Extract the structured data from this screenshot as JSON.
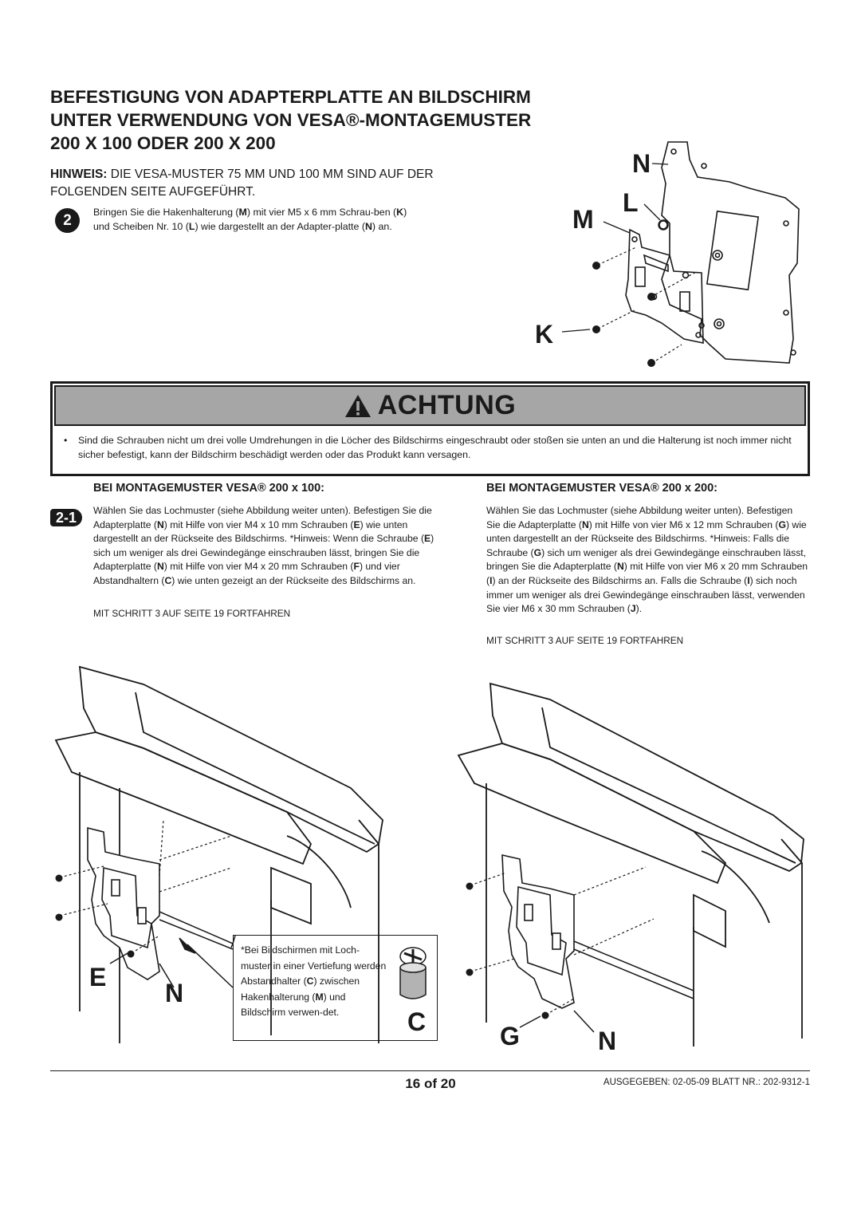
{
  "header": {
    "title_line1": "BEFESTIGUNG VON ADAPTERPLATTE AN BILDSCHIRM",
    "title_line2": "UNTER VERWENDUNG VON VESA®-MONTAGEMUSTER",
    "title_line3": "200 X 100 ODER 200 X 200"
  },
  "note": {
    "label": "HINWEIS:",
    "text_line1": " DIE VESA-MUSTER 75 MM UND 100 MM SIND AUF DER",
    "text_line2": "FOLGENDEN SEITE AUFGEFÜHRT."
  },
  "step2": {
    "number": "2",
    "segments": [
      "Bringen Sie die Hakenhalterung (",
      "M",
      ") mit vier M5 x 6 mm Schrau-ben (",
      "K",
      ") und Scheiben Nr. 10 (",
      "L",
      ") wie dargestellt an der Adapter-platte (",
      "N",
      ") an."
    ]
  },
  "figure_top_labels": {
    "n": "N",
    "l": "L",
    "m": "M",
    "k": "K"
  },
  "caution": {
    "icon": "warning-triangle-icon",
    "label": "ACHTUNG",
    "bullet": "•",
    "text": "Sind die Schrauben nicht um drei volle Umdrehungen in die Löcher des Bildschirms eingeschraubt oder stoßen sie unten an und die Halterung ist noch immer nicht sicher befestigt, kann der Bildschirm beschädigt werden oder das Produkt kann versagen."
  },
  "left_column": {
    "heading": "BEI MONTAGEMUSTER VESA® 200 x 100:",
    "badge": "2-1",
    "segments": [
      "Wählen Sie das Lochmuster (siehe Abbildung weiter unten). Befestigen Sie die Adapterplatte (",
      "N",
      ") mit Hilfe von vier M4 x 10 mm Schrauben (",
      "E",
      ") wie unten dargestellt an der Rückseite des Bildschirms. *Hinweis: Wenn die Schraube (",
      "E",
      ") sich um weniger als drei Gewindegänge einschrauben lässt, bringen Sie die Adapterplatte (",
      "N",
      ") mit Hilfe von vier M4 x 20 mm Schrauben (",
      "F",
      ") und vier Abstandhaltern (",
      "C",
      ") wie unten gezeigt an der Rückseite des Bildschirms an."
    ],
    "continue": "MIT SCHRITT 3 AUF SEITE 19 FORTFAHREN"
  },
  "right_column": {
    "heading": "BEI MONTAGEMUSTER VESA® 200 x 200:",
    "segments": [
      "Wählen Sie das Lochmuster (siehe Abbildung weiter unten). Befestigen Sie die Adapterplatte (",
      "N",
      ") mit Hilfe von vier M6 x 12 mm Schrauben (",
      "G",
      ") wie unten dargestellt an der Rückseite des Bildschirms. *Hinweis: Falls die Schraube (",
      "G",
      ") sich um weniger als drei Gewindegänge einschrauben lässt, bringen Sie die Adapterplatte (",
      "N",
      ") mit Hilfe von vier M6 x 20 mm Schrauben (",
      "I",
      ") an der Rückseite des Bildschirms an. Falls die Schraube (",
      "I",
      ") sich noch immer um weniger als drei Gewindegänge einschrauben lässt, verwenden Sie vier M6 x 30 mm Schrauben (",
      "J",
      ")."
    ],
    "continue": "MIT SCHRITT 3 AUF SEITE 19 FORTFAHREN"
  },
  "callout": {
    "segments": [
      "*Bei Bildschirmen mit Loch-muster in einer Vertiefung werden Abstandhalter (",
      "C",
      ") zwischen Hakenhalterung (",
      "M",
      ") und Bildschirm verwen-det."
    ],
    "label": "C"
  },
  "figure_bottom_labels": {
    "e": "E",
    "n_left": "N",
    "g": "G",
    "n_right": "N"
  },
  "footer": {
    "page": "16 of 20",
    "issued": "AUSGEGEBEN: 02-05-09   BLATT NR.: 202-9312-1"
  }
}
